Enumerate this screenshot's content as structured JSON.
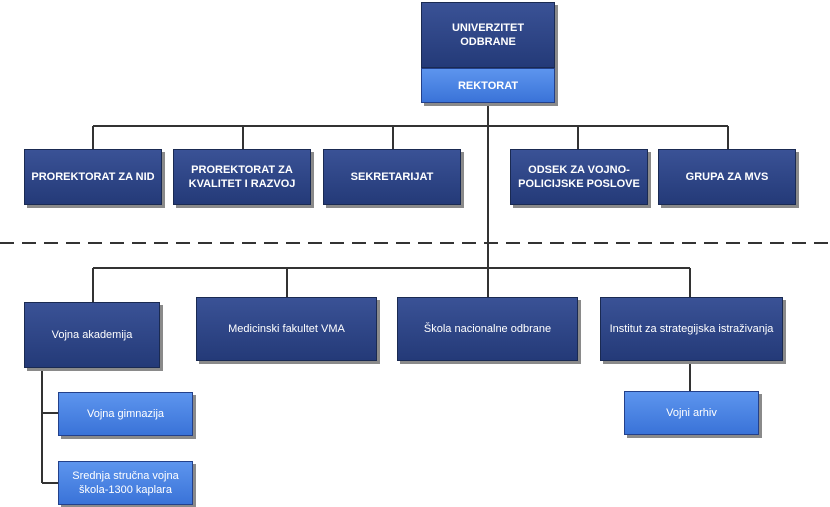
{
  "top": {
    "name": "UNIVERZITET ODBRANE",
    "sub": "REKTORAT"
  },
  "row1": [
    "PROREKTORAT ZA NID",
    "PROREKTORAT ZA KVALITET I RAZVOJ",
    "SEKRETARIJAT",
    "ODSEK ZA VOJNO-POLICIJSKE POSLOVE",
    "GRUPA ZA MVS"
  ],
  "row2": [
    "Vojna akademija",
    "Medicinski fakultet VMA",
    "Škola nacionalne odbrane",
    "Institut za strategijska istraživanja"
  ],
  "sub_va": [
    "Vojna gimnazija",
    "Srednja stručna vojna škola-1300 kaplara"
  ],
  "sub_isi": [
    "Vojni arhiv"
  ],
  "colors": {
    "dark_box": "#2e4686",
    "light_box": "#4a84e4",
    "line": "#333333"
  }
}
